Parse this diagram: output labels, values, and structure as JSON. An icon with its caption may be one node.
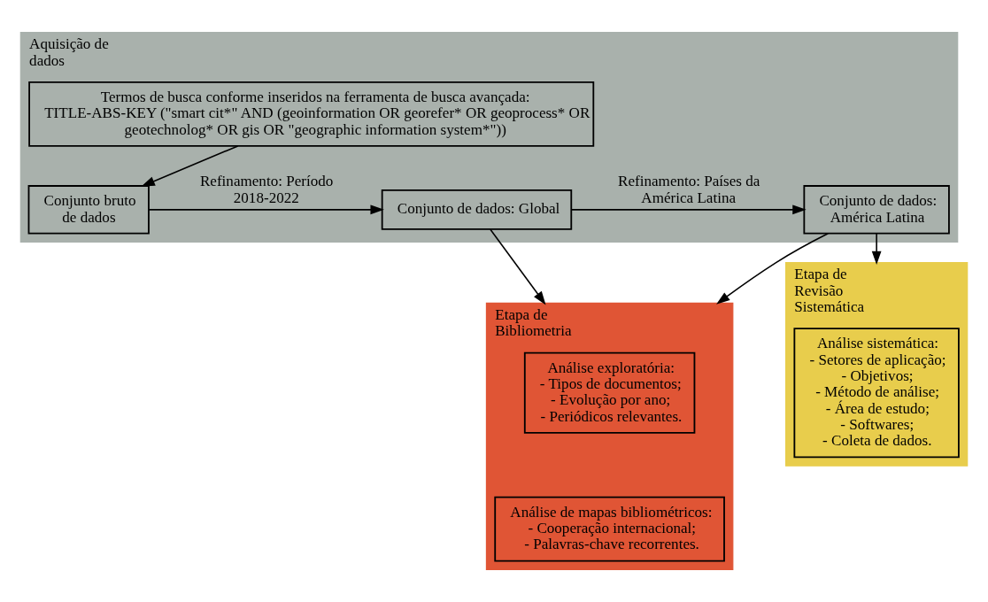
{
  "diagram": {
    "nodes": [
      {
        "text": [
          "Aquisição de dados"
        ]
      },
      {
        "text": [
          "Termos de busca conforme inseridos na ferramenta de busca avançada:",
          "TITLE-ABS-KEY (\"smart cit*\" AND (geoinformation OR georefer* OR geoprocess* OR geotechnolog* OR gis OR \"geographic information system*\"))"
        ],
        "in": 0
      },
      {
        "text": [
          "Conjunto bruto de dados"
        ],
        "in": 0
      },
      {
        "text": [
          "Conjunto de dados: Global"
        ],
        "in": 0
      },
      {
        "text": [
          "Conjunto de dados: América Latina"
        ],
        "in": 0
      },
      {
        "text": [
          "Etapa de Bibliometria"
        ]
      },
      {
        "text": [
          "Análise exploratória:",
          "- Tipos de documentos;",
          "- Evolução por ano;",
          "- Periódicos relevantes."
        ],
        "in": 5
      },
      {
        "text": [
          "Análise de mapas bibliométricos:",
          "- Cooperação internacional;",
          "- Palavras-chave recorrentes."
        ],
        "in": 5
      },
      {
        "text": [
          "Etapa de Revisão Sistemática"
        ]
      },
      {
        "text": [
          "Análise sistemática:",
          "- Setores de aplicação;",
          "- Objetivos;",
          "- Método de análise;",
          "- Área de estudo;",
          "- Softwares;",
          "- Coleta de dados."
        ],
        "in": 8
      }
    ],
    "edges": [
      {
        "from": 1,
        "to": 2,
        "arrow": "to"
      },
      {
        "from": 2,
        "to": 3,
        "arrow": "to",
        "label": "Refinamento: Período 2018-2022"
      },
      {
        "from": 3,
        "to": 4,
        "arrow": "to",
        "label": "Refinamento: Países da América Latina"
      },
      {
        "from": 3,
        "to": 5,
        "arrow": "to"
      },
      {
        "from": 4,
        "to": 5,
        "arrow": "to"
      },
      {
        "from": 4,
        "to": 8,
        "arrow": "to"
      }
    ]
  }
}
